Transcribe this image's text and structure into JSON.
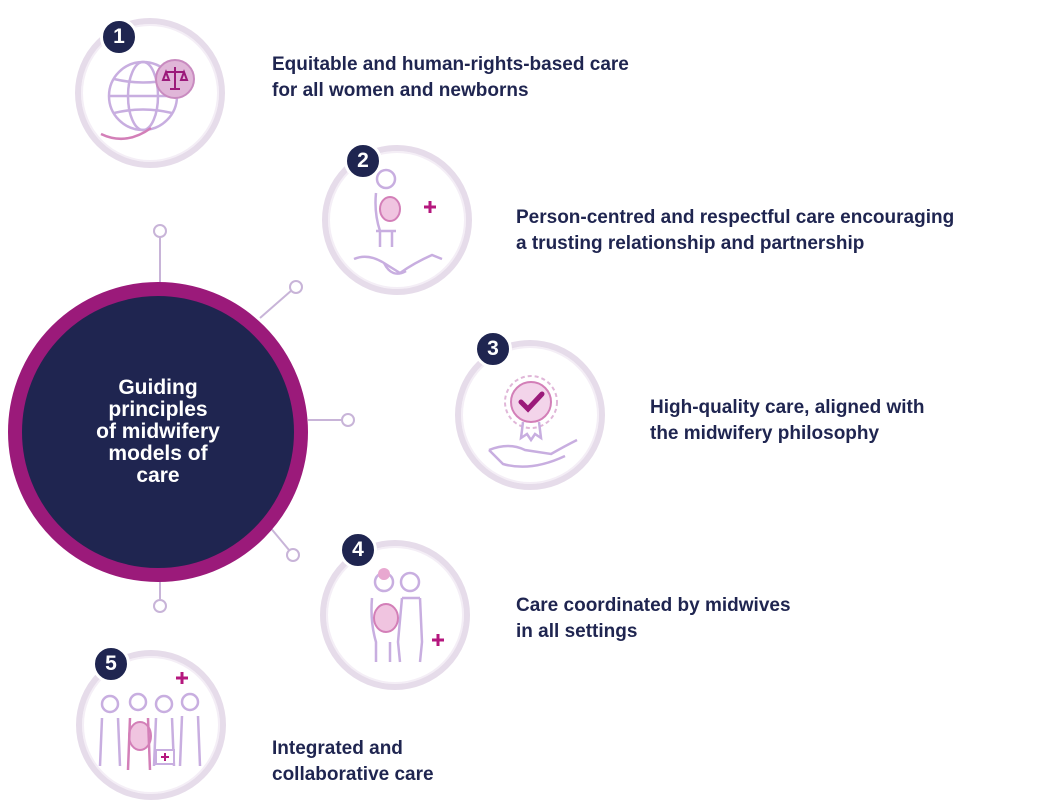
{
  "hub": {
    "title_lines": [
      "Guiding",
      "principles",
      "of midwifery",
      "models of",
      "care"
    ]
  },
  "principles": [
    {
      "number": "1",
      "lines": [
        "Equitable and human-rights-based care",
        "for all women and newborns"
      ],
      "icon": "globe-scales-icon"
    },
    {
      "number": "2",
      "lines": [
        "Person-centred and respectful care encouraging",
        "a trusting relationship and partnership"
      ],
      "icon": "pregnant-woman-handshake-icon"
    },
    {
      "number": "3",
      "lines": [
        "High-quality care, aligned with",
        "the midwifery philosophy"
      ],
      "icon": "quality-badge-hand-icon"
    },
    {
      "number": "4",
      "lines": [
        "Care coordinated by midwives",
        "in all settings"
      ],
      "icon": "midwife-with-pregnant-woman-icon"
    },
    {
      "number": "5",
      "lines": [
        "Integrated and",
        "collaborative care"
      ],
      "icon": "care-team-icon"
    }
  ],
  "colors": {
    "navy": "#1f2550",
    "magenta": "#9b1a7a",
    "pink": "#b5177e",
    "lavender": "#e6dcea",
    "icon_stroke": "#c8aee0"
  }
}
